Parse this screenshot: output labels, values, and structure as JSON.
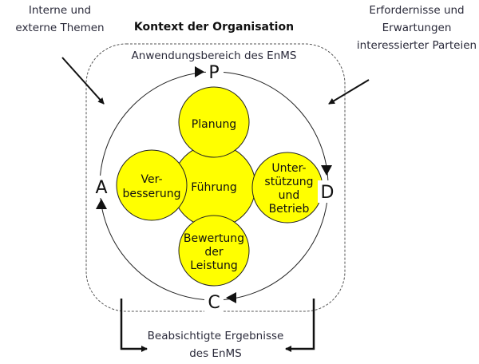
{
  "context_title": "Kontext der Organisation",
  "scope_label": "Anwendungsbereich des EnMS",
  "left_input": [
    "Interne und",
    "externe Themen"
  ],
  "right_input": [
    "Erfordernisse und",
    "Erwartungen",
    "interessierter Parteien"
  ],
  "outcome": [
    "Beabsichtigte Ergebnisse",
    "des EnMS"
  ],
  "pdca": {
    "plan": "P",
    "do": "D",
    "check": "C",
    "act": "A"
  },
  "circles": {
    "center": [
      "Führung"
    ],
    "top": [
      "Planung"
    ],
    "left": [
      "Ver-",
      "besserung"
    ],
    "right": [
      "Unter-",
      "stützung",
      "und",
      "Betrieb"
    ],
    "bottom": [
      "Bewertung",
      "der",
      "Leistung"
    ]
  },
  "colors": {
    "circle_fill": "#ffff00",
    "line": "#111111"
  }
}
